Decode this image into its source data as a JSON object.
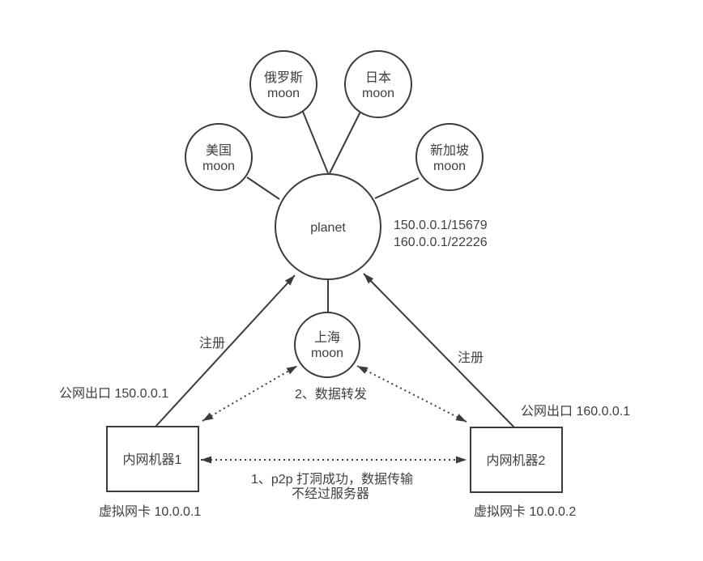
{
  "diagram": {
    "colors": {
      "background": "#ffffff",
      "stroke": "#3c3c3c",
      "text": "#3f3f3f"
    },
    "nodes": {
      "russia_moon": {
        "line1": "俄罗斯",
        "line2": "moon"
      },
      "japan_moon": {
        "line1": "日本",
        "line2": "moon"
      },
      "usa_moon": {
        "line1": "美国",
        "line2": "moon"
      },
      "singapore_moon": {
        "line1": "新加坡",
        "line2": "moon"
      },
      "planet": {
        "label": "planet"
      },
      "shanghai_moon": {
        "line1": "上海",
        "line2": "moon"
      },
      "machine1": {
        "label": "内网机器1"
      },
      "machine2": {
        "label": "内网机器2"
      }
    },
    "labels": {
      "planet_ip_line1": "150.0.0.1/15679",
      "planet_ip_line2": "160.0.0.1/22226",
      "register_left": "注册",
      "register_right": "注册",
      "public_egress_left": "公网出口 150.0.0.1",
      "public_egress_right": "公网出口 160.0.0.1",
      "virtual_nic_left": "虚拟网卡 10.0.0.1",
      "virtual_nic_right": "虚拟网卡 10.0.0.2",
      "relay_note": "2、数据转发",
      "p2p_note_line1": "1、p2p 打洞成功，数据传输",
      "p2p_note_line2": "不经过服务器"
    }
  }
}
